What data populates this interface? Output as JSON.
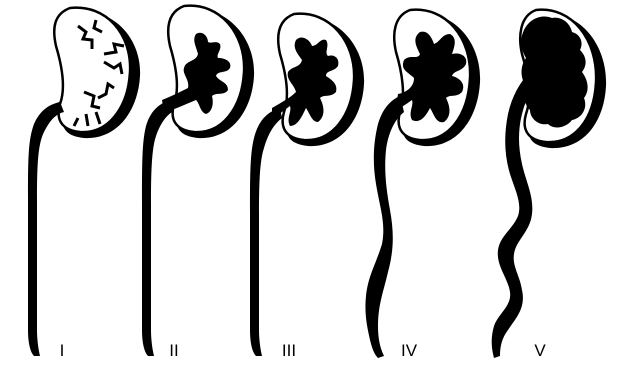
{
  "figure": {
    "colors": {
      "ink": "#000000",
      "paper": "#ffffff"
    },
    "grades": [
      {
        "label": "I",
        "dilation": "none"
      },
      {
        "label": "II",
        "dilation": "pelvis-filled"
      },
      {
        "label": "III",
        "dilation": "mild-calyceal"
      },
      {
        "label": "IV",
        "dilation": "moderate-tortuous"
      },
      {
        "label": "V",
        "dilation": "severe-tortuous"
      }
    ]
  }
}
